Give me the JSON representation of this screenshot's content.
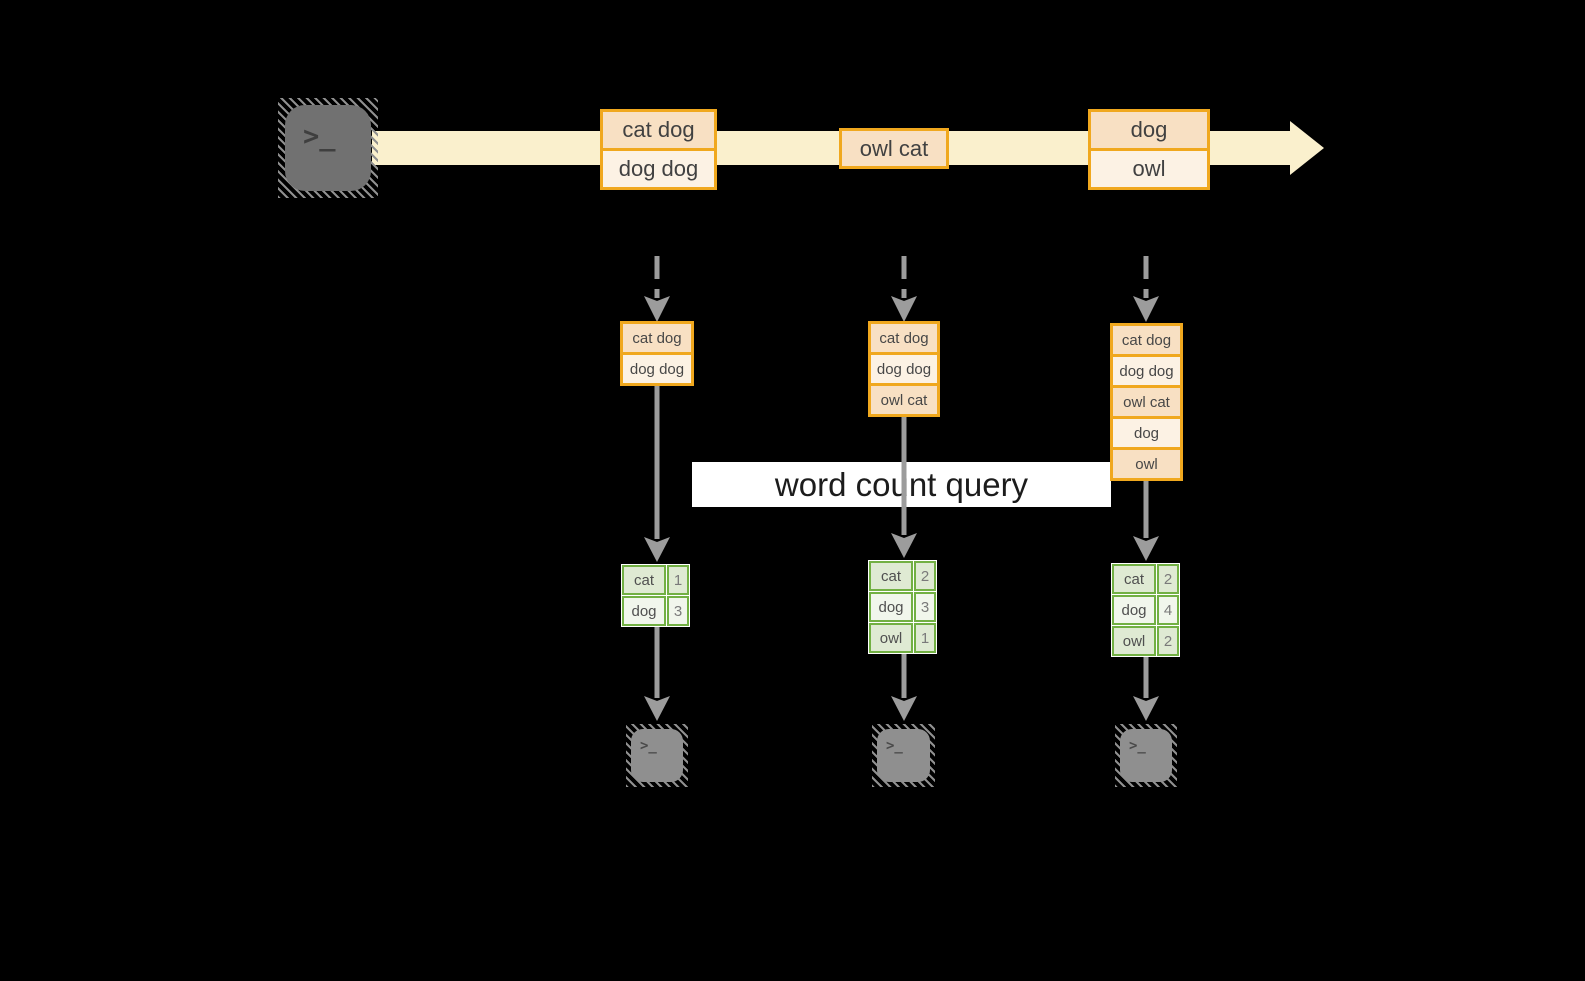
{
  "banner": {
    "label": "word count query"
  },
  "source_terminal": {
    "glyph": ">_"
  },
  "timeline": {
    "event_groups": [
      {
        "rows": [
          {
            "text": "cat dog"
          },
          {
            "text": "dog dog"
          }
        ]
      },
      {
        "rows": [
          {
            "text": "owl cat"
          }
        ]
      },
      {
        "rows": [
          {
            "text": "dog"
          },
          {
            "text": "owl"
          }
        ]
      }
    ]
  },
  "columns": [
    {
      "stream_rows": [
        "cat dog",
        "dog dog"
      ],
      "count_table": {
        "rows": [
          {
            "word": "cat",
            "count": "1"
          },
          {
            "word": "dog",
            "count": "3"
          }
        ]
      },
      "terminal_glyph": ">_"
    },
    {
      "stream_rows": [
        "cat dog",
        "dog dog",
        "owl cat"
      ],
      "count_table": {
        "rows": [
          {
            "word": "cat",
            "count": "2"
          },
          {
            "word": "dog",
            "count": "3"
          },
          {
            "word": "owl",
            "count": "1"
          }
        ]
      },
      "terminal_glyph": ">_"
    },
    {
      "stream_rows": [
        "cat dog",
        "dog dog",
        "owl cat",
        "dog",
        "owl"
      ],
      "count_table": {
        "rows": [
          {
            "word": "cat",
            "count": "2"
          },
          {
            "word": "dog",
            "count": "4"
          },
          {
            "word": "owl",
            "count": "2"
          }
        ]
      },
      "terminal_glyph": ">_"
    }
  ],
  "colors": {
    "background": "#000000",
    "stream_band": "#FAF0CD",
    "event_fill_dark": "#F8E0C3",
    "event_fill_light": "#FCF2E4",
    "event_border": "#F0A81E",
    "table_border": "#72B043",
    "table_fill_dark": "#DFEAD3",
    "table_fill_light": "#F1F6EC",
    "arrow_gray": "#9C9C9C",
    "banner_bg": "#FFFFFF"
  }
}
